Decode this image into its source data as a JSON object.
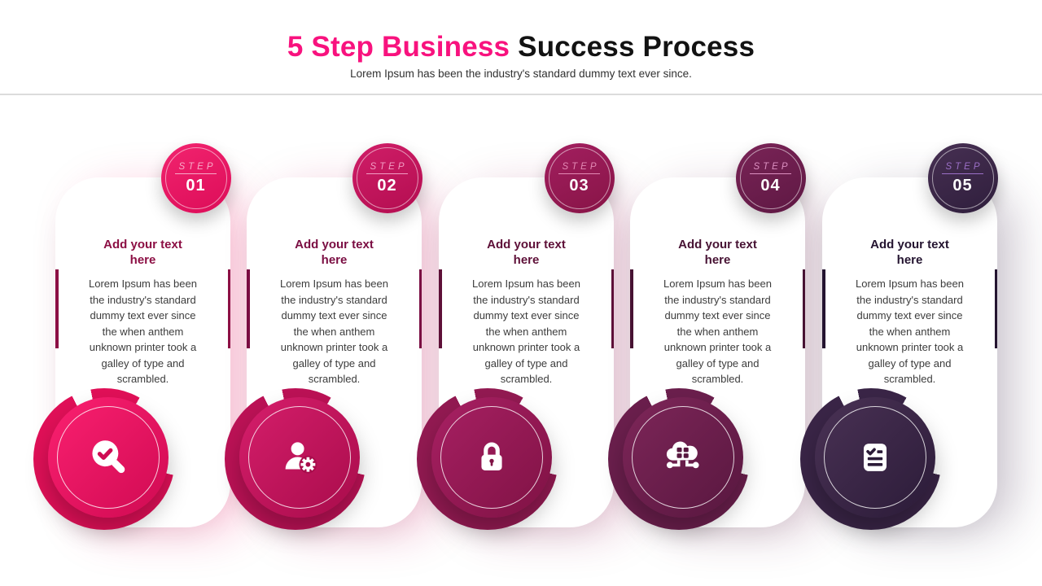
{
  "header": {
    "title_accent": "5 Step Business",
    "title_rest": " Success Process",
    "subtitle": "Lorem Ipsum has been the industry's standard dummy text ever since."
  },
  "accent_color": "#F8127E",
  "steps": [
    {
      "step_label": "STEP",
      "number": "01",
      "heading_lines": [
        "Add your text",
        "here"
      ],
      "body_lines": [
        "Lorem Ipsum has been",
        "the industry's standard",
        "dummy text ever since",
        "the when anthem",
        "unknown printer took a",
        "galley of type and",
        "scrambled."
      ],
      "icon": "search-check-icon",
      "colors": {
        "badge_from": "#F2246F",
        "badge_to": "#DC0C58",
        "circle_from": "#FB2070",
        "circle_to": "#CF0A52",
        "swirl": "#E11058",
        "dark": "#8C0F44",
        "label_tint": "#F8A9C8",
        "glow": "rgba(238,20,99,0.25)"
      }
    },
    {
      "step_label": "STEP",
      "number": "02",
      "heading_lines": [
        "Add your text",
        "here"
      ],
      "body_lines": [
        "Lorem Ipsum has been",
        "the industry's standard",
        "dummy text ever since",
        "the when anthem",
        "unknown printer took a",
        "galley of type and",
        "scrambled."
      ],
      "icon": "user-gear-icon",
      "colors": {
        "badge_from": "#D01E68",
        "badge_to": "#B30D50",
        "circle_from": "#D61E6B",
        "circle_to": "#A80C4B",
        "swirl": "#BC1256",
        "dark": "#7A0D42",
        "label_tint": "#F29DC4",
        "glow": "rgba(200,18,90,0.25)"
      }
    },
    {
      "step_label": "STEP",
      "number": "03",
      "heading_lines": [
        "Add your text",
        "here"
      ],
      "body_lines": [
        "Lorem Ipsum has been",
        "the industry's standard",
        "dummy text ever since",
        "the when anthem",
        "unknown printer took a",
        "galley of type and",
        "scrambled."
      ],
      "icon": "padlock-icon",
      "colors": {
        "badge_from": "#A31F60",
        "badge_to": "#871446",
        "circle_from": "#A82063",
        "circle_to": "#7F1244",
        "swirl": "#931A52",
        "dark": "#5E1038",
        "label_tint": "#E389B4",
        "glow": "rgba(150,25,82,0.25)"
      }
    },
    {
      "step_label": "STEP",
      "number": "04",
      "heading_lines": [
        "Add your text",
        "here"
      ],
      "body_lines": [
        "Lorem Ipsum has been",
        "the industry's standard",
        "dummy text ever since",
        "the when anthem",
        "unknown printer took a",
        "galley of type and",
        "scrambled."
      ],
      "icon": "cloud-network-icon",
      "colors": {
        "badge_from": "#7A2457",
        "badge_to": "#5E1843",
        "circle_from": "#7E2659",
        "circle_to": "#58173F",
        "swirl": "#6B1F4D",
        "dark": "#471233",
        "label_tint": "#DB8FC0",
        "glow": "rgba(105,30,76,0.25)"
      }
    },
    {
      "step_label": "STEP",
      "number": "05",
      "heading_lines": [
        "Add your text",
        "here"
      ],
      "body_lines": [
        "Lorem Ipsum has been",
        "the industry's standard",
        "dummy text ever since",
        "the when anthem",
        "unknown printer took a",
        "galley of type and",
        "scrambled."
      ],
      "icon": "checklist-icon",
      "colors": {
        "badge_from": "#473053",
        "badge_to": "#2F1E3C",
        "circle_from": "#4A3255",
        "circle_to": "#2B1B38",
        "swirl": "#3A2547",
        "dark": "#241430",
        "label_tint": "#9B6FC6",
        "glow": "rgba(58,37,71,0.25)"
      }
    }
  ]
}
